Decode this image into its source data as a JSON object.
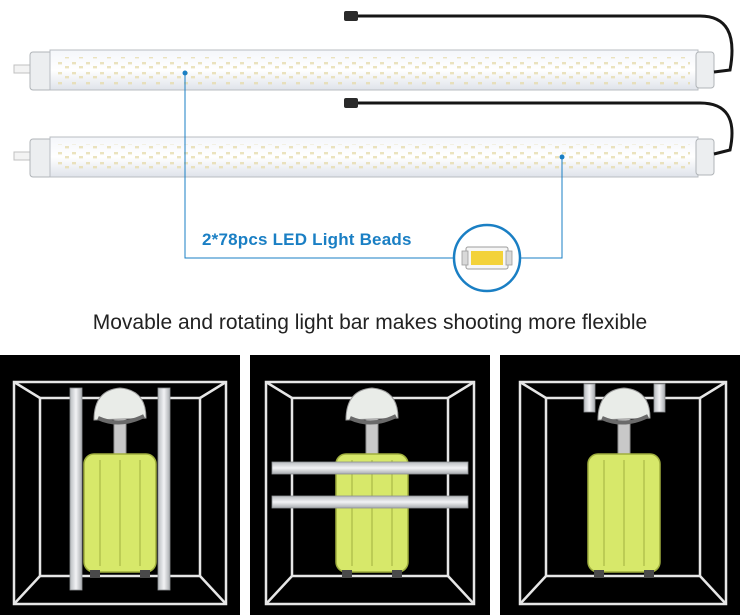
{
  "callout": {
    "label": "2*78pcs LED Light Beads",
    "accent_color": "#1a7fc4"
  },
  "caption": "Movable and rotating light bar makes shooting more flexible",
  "colors": {
    "panel_background": "#000000",
    "frame": "#e6e6e6",
    "suitcase": "#d7e86a",
    "led_chip": "#f3d23a"
  },
  "panels": [
    {
      "orientation": "vertical light bars"
    },
    {
      "orientation": "horizontal light bars"
    },
    {
      "orientation": "top-mounted light bars"
    }
  ]
}
